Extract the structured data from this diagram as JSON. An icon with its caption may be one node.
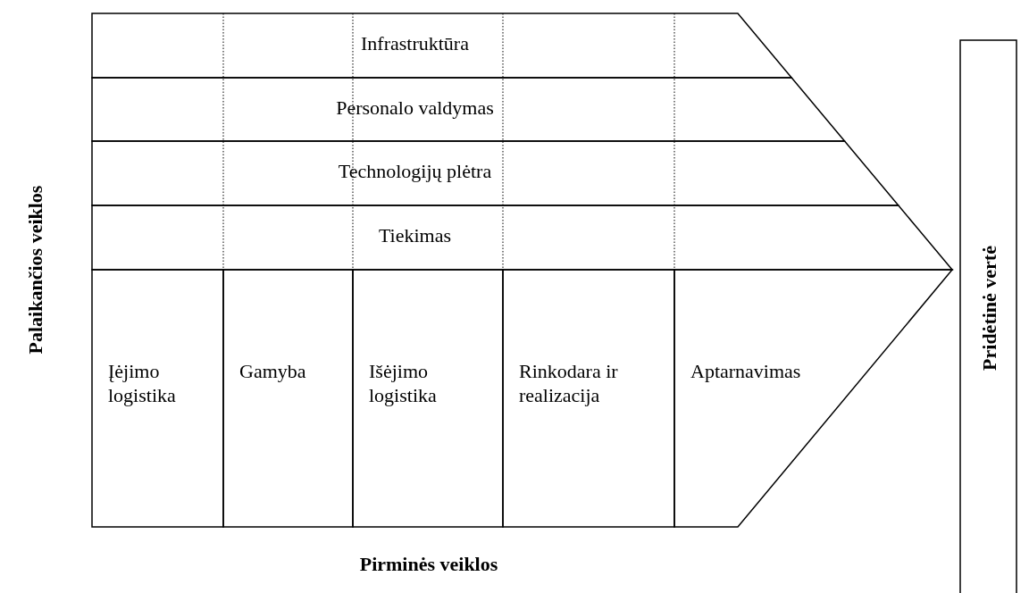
{
  "diagram": {
    "nodes": [
      {
        "text": [
          "Infrastruktūra"
        ]
      },
      {
        "text": [
          "Personalo valdymas"
        ]
      },
      {
        "text": [
          "Technologijų plėtra"
        ]
      },
      {
        "text": [
          "Tiekimas"
        ]
      },
      {
        "text": [
          "Įėjimo logistika"
        ]
      },
      {
        "text": [
          "Gamyba"
        ]
      },
      {
        "text": [
          "Išėjimo logistika"
        ]
      },
      {
        "text": [
          "Rinkodara ir realizacija"
        ]
      },
      {
        "text": [
          "Aptarnavimas"
        ]
      },
      {
        "text": [
          "Pridėtinė vertė"
        ]
      }
    ],
    "labels": [
      "Palaikančios veiklos",
      "Pirminės veiklos"
    ]
  }
}
